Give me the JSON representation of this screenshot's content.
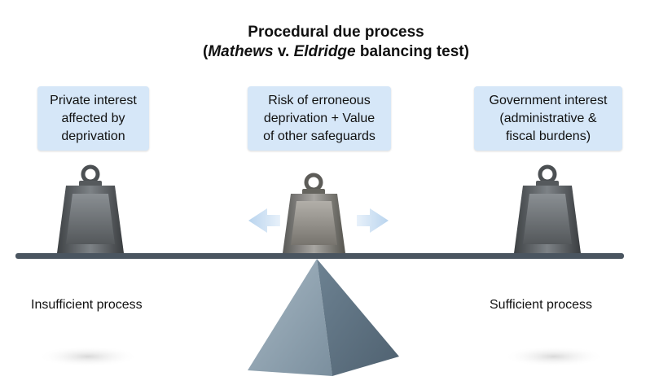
{
  "title": {
    "line1": "Procedural due process",
    "line2_open": "(",
    "line2_case1": "Mathews",
    "line2_mid": " v. ",
    "line2_case2": "Eldridge",
    "line2_rest": " balancing test)"
  },
  "weights": [
    {
      "id": "private",
      "lines": [
        "Private interest",
        "affected by",
        "deprivation"
      ]
    },
    {
      "id": "risk",
      "lines": [
        "Risk of erroneous",
        "deprivation + Value",
        "of other safeguards"
      ]
    },
    {
      "id": "government",
      "lines": [
        "Government interest",
        "(administrative &",
        "fiscal burdens)"
      ]
    }
  ],
  "outcomes": {
    "left": "Insufficient process",
    "right": "Sufficient process"
  },
  "colors": {
    "label_box": "#d6e7f8",
    "beam": "#4a5560",
    "fulcrum": "#7f95a6",
    "arrow": "#cfe2f5",
    "weight": "#5f6468"
  }
}
